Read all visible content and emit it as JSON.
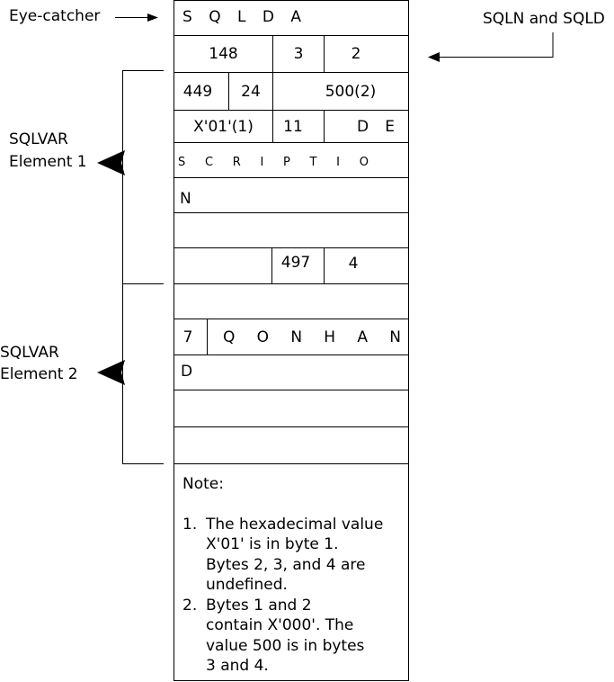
{
  "labels": {
    "eye_catcher": "Eye-catcher",
    "sqln_sqld": "SQLN and SQLD",
    "element1_line1": "SQLVAR",
    "element1_line2": "Element 1",
    "element2_line1": "SQLVAR",
    "element2_line2": "Element 2"
  },
  "rows": {
    "r1_chars": [
      "S",
      "Q",
      "L",
      "D",
      "A"
    ],
    "r2": {
      "a": "148",
      "b": "3",
      "c": "2"
    },
    "r3": {
      "a": "449",
      "b": "24",
      "c": "500(2)"
    },
    "r4": {
      "a": "X'01'(1)",
      "b": "11",
      "c_chars": [
        "D",
        "E"
      ]
    },
    "r5_chars": [
      "S",
      "C",
      "R",
      "I",
      "P",
      "T",
      "I",
      "O"
    ],
    "r6": "N",
    "r8": {
      "b": "497",
      "c": "4"
    },
    "r10": {
      "a": "7",
      "chars": [
        "Q",
        "O",
        "N",
        "H",
        "A",
        "N"
      ]
    },
    "r11": "D"
  },
  "note": {
    "title": "Note:",
    "item1_num": "1.",
    "item1_lines": [
      "The hexadecimal value",
      "X'01' is in byte 1.",
      "Bytes 2, 3, and 4 are",
      "undefined."
    ],
    "item2_num": "2.",
    "item2_lines": [
      "Bytes 1 and 2",
      "contain X'000'. The",
      "value 500 is in bytes",
      "3 and 4."
    ]
  }
}
